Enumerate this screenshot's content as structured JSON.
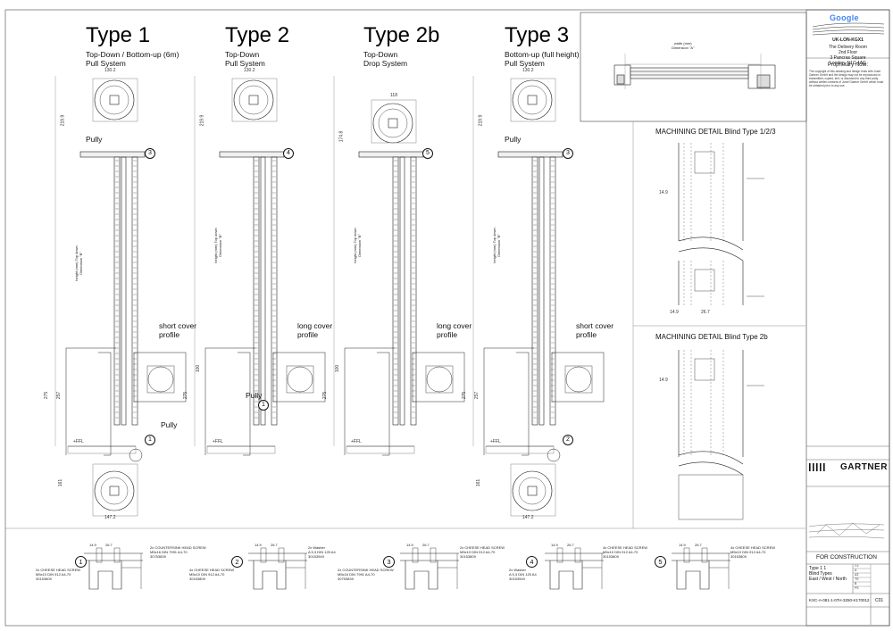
{
  "types": [
    {
      "title": "Type 1",
      "subtitle": "Top-Down / Bottom-up (6m)\nPull System",
      "pully": "Pully",
      "cover": "short cover\nprofile",
      "num": "3",
      "bottom_num": "1",
      "bottom_pully": "Pully",
      "dim_top": "130.2",
      "dim_bottom": "147.2"
    },
    {
      "title": "Type 2",
      "subtitle": "Top-Down\nPull System",
      "pully": "",
      "cover": "long cover\nprofile",
      "num": "4",
      "bottom_num": "1",
      "bottom_pully": "Pully",
      "dim_top": "130.2",
      "dim_bottom": ""
    },
    {
      "title": "Type 2b",
      "subtitle": "Top-Down\nDrop System",
      "pully": "",
      "cover": "long cover\nprofile",
      "num": "5",
      "bottom_num": "",
      "bottom_pully": "",
      "dim_top": "118",
      "dim_bottom": ""
    },
    {
      "title": "Type 3",
      "subtitle": "Bottom-up (full height)\nPull System",
      "pully": "Pully",
      "cover": "short cover\nprofile",
      "num": "3",
      "bottom_num": "2",
      "bottom_pully": "",
      "dim_top": "130.2",
      "dim_bottom": "147.2"
    }
  ],
  "ffl_label": "+FFL",
  "dims": {
    "d275": "275",
    "d257": "257",
    "d100": "100",
    "d161": "161",
    "d219": "219.9",
    "d174": "174.8"
  },
  "width_dim": "width (mm)\nDimension \"A\"",
  "vertical_dim": "height (mm) Top down\nDimension \"B\"",
  "details": {
    "title_a": "MACHINING DETAIL Blind Type 1/2/3",
    "title_b": "MACHINING DETAIL Blind Type 2b",
    "d14": "14.9",
    "d26": "26.7"
  },
  "bottom_details": [
    {
      "num": "1",
      "d1": "14.9",
      "d2": "26.7",
      "note_left": "2x CHEESE HEAD SCREW\nM5x10 DIN 912 A4-70\n30153809",
      "note_right": "2x COUNTERSINK HEAD SCREW\nM5x16 DIN 7991 A4-70\n30753839"
    },
    {
      "num": "2",
      "d1": "14.9",
      "d2": "26.7",
      "note_left": "4x CHEESE HEAD SCREW\nM5x10 DIN 912 A4-70\n30153809",
      "note_right": "2x Washer\nA 5,3 DIN 125 A4\n30153949"
    },
    {
      "num": "3",
      "d1": "14.9",
      "d2": "26.7",
      "note_left": "2x COUNTERSINK HEAD SCREW\nM5x16 DIN 7991 A4-70\n30753839",
      "note_right": "2x CHEESE HEAD SCREW\nM5x10 DIN 912 A4-70\n30153809"
    },
    {
      "num": "4",
      "d1": "14.9",
      "d2": "26.7",
      "note_left": "2x Washer\nA 5,3 DIN 125 A4\n30153949",
      "note_right": "4x CHEESE HEAD SCREW\nM5x10 DIN 912 A4-70\n30153809"
    },
    {
      "num": "5",
      "d1": "14.9",
      "d2": "26.7",
      "note_left": "",
      "note_right": "4x CHEESE HEAD SCREW\nM5x10 DIN 912 A4-70\n30153809"
    }
  ],
  "title_block": {
    "client": "Google",
    "project_code": "UK-LON-KGX1",
    "address": "The Delivery Room\n2nd Floor\n3 Pancras Square\nLondon, N1C 4AG",
    "proprietary_title": "Proprietary Note:",
    "proprietary_text": "The copyright of this drawing and design rests with Josef Gartner GmbH and the design may not be reproduced or transmitted, copied, lent, or disclosed to any third party without written consent of Josef Gartner GmbH which must be obtained prior to any use.",
    "gartner": "GARTNER",
    "status": "FOR CONSTRUCTION",
    "drawing_title": "Type 1 1\nBlind Types\nEast / West / North",
    "drawing_no": "KXC-A-081-1-07H-3250-K170012",
    "rev": "C01",
    "scale_rows": [
      "1:1",
      "A",
      "A3",
      "TS",
      "B",
      "FS"
    ]
  }
}
